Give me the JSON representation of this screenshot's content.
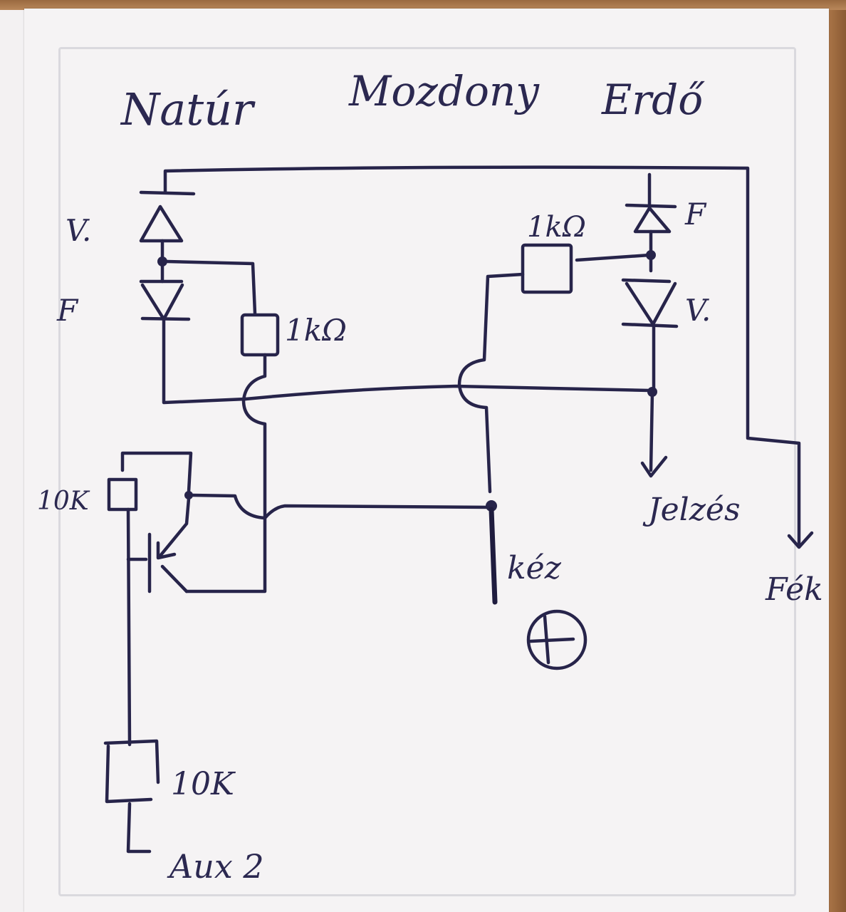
{
  "page": {
    "heading": {
      "word1": "Natúr",
      "word2": "Mozdony",
      "word3": "Erdő"
    }
  },
  "components": {
    "left_top_diode": {
      "label": "V."
    },
    "left_bottom_diode": {
      "label": "F"
    },
    "resistor_1k": {
      "label": "1kΩ"
    },
    "resistor_10k_upper": {
      "label": "10K"
    },
    "resistor_10k_lower": {
      "label": "10K"
    },
    "right_top_diode": {
      "label": "F"
    },
    "right_bottom_diode": {
      "label": "V."
    },
    "resistor_1kohm_right": {
      "label": "1kΩ"
    },
    "power_line": {
      "label": "kéz"
    },
    "polarity_symbol": {
      "label": "+"
    }
  },
  "outputs": {
    "signal": {
      "label": "Jelzés"
    },
    "output_right": {
      "label": "Fék"
    },
    "aux": {
      "label": "Aux 2"
    }
  },
  "colors": {
    "ink": "#27244a",
    "paper": "#f5f3f4",
    "wood": "#a06f45"
  }
}
